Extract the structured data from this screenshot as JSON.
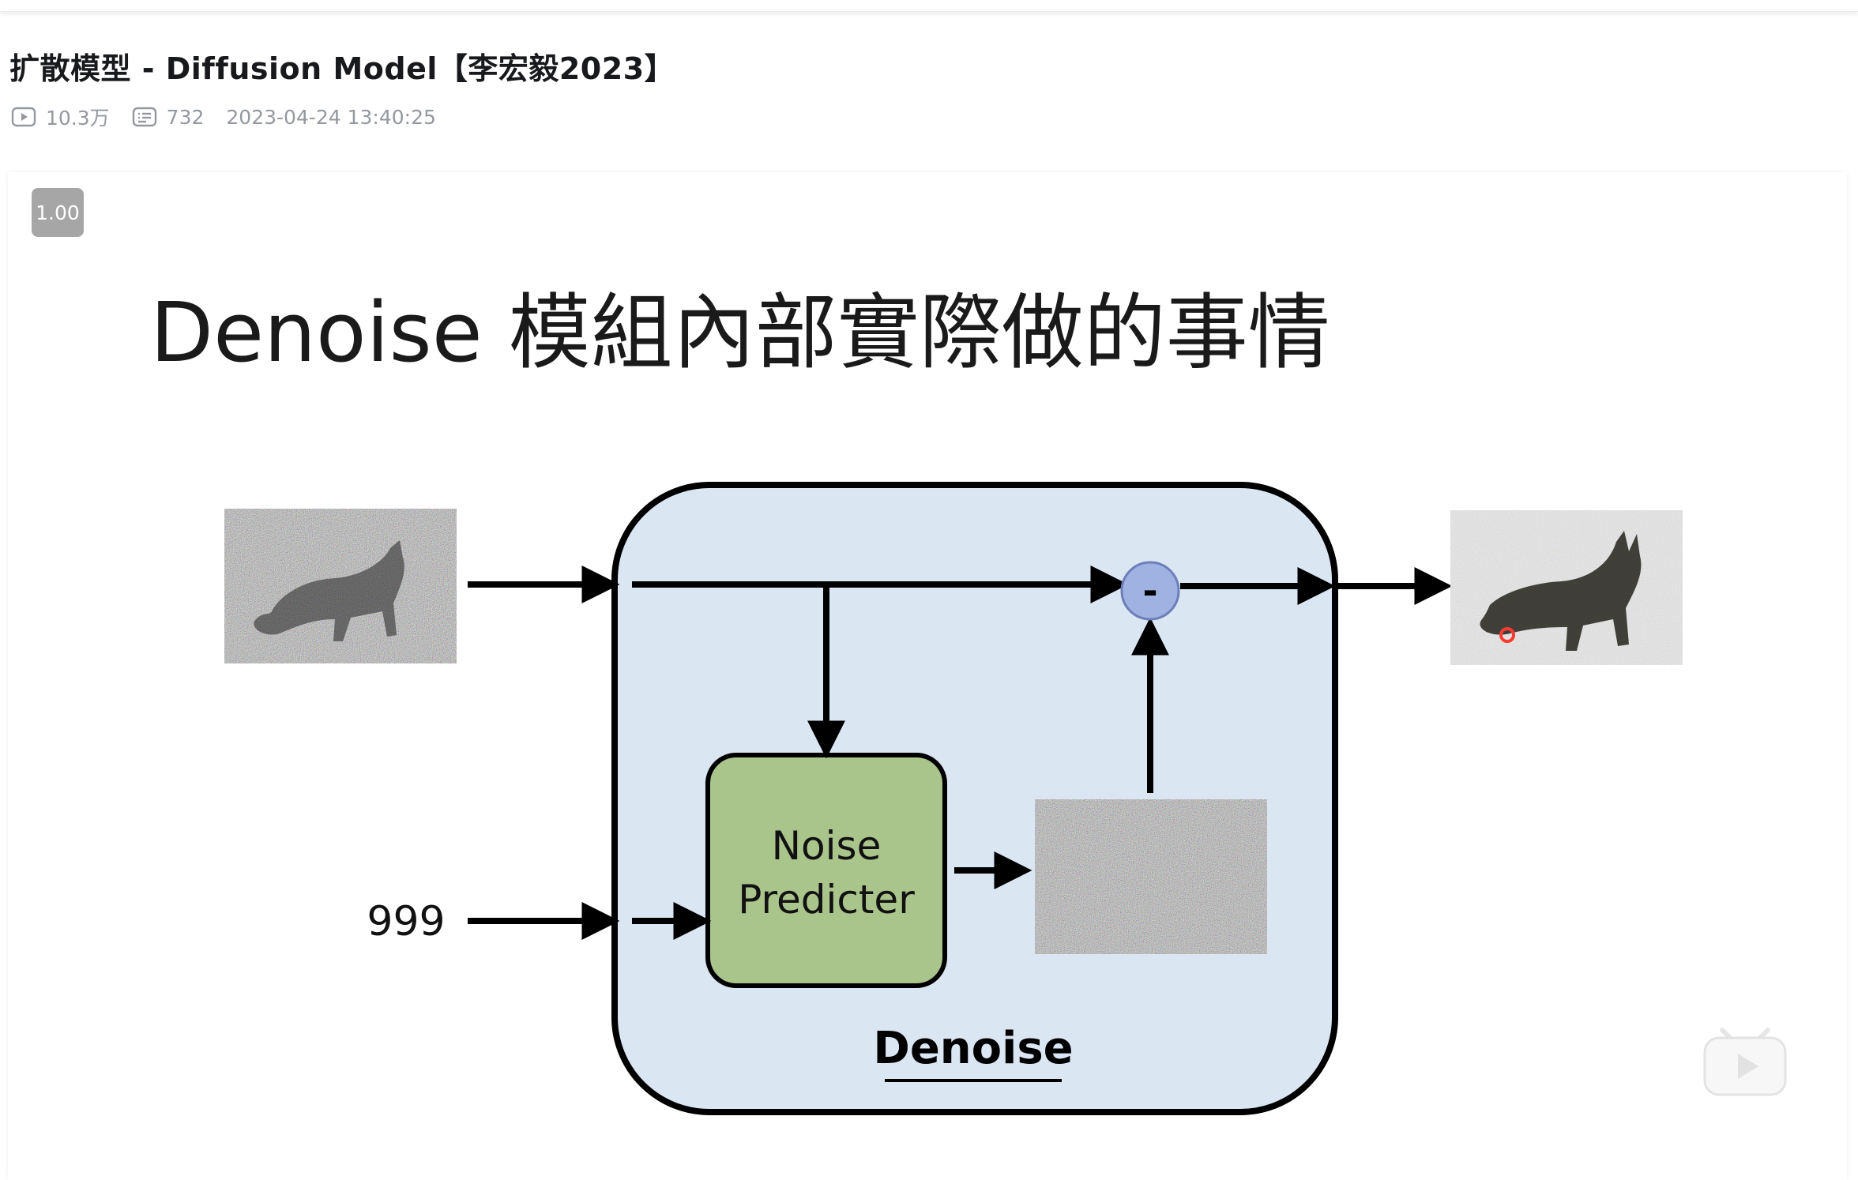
{
  "video": {
    "title": "扩散模型 - Diffusion Model【李宏毅2023】",
    "views": "10.3万",
    "danmaku": "732",
    "published": "2023-04-24 13:40:25"
  },
  "player": {
    "speed": "1.00"
  },
  "slide": {
    "title": "Denoise 模組內部實際做的事情",
    "step_input": "999",
    "predictor_line1": "Noise",
    "predictor_line2": "Predicter",
    "operator": "-",
    "module_label": "Denoise"
  },
  "icons": {
    "views": "play-count-icon",
    "danmaku": "danmaku-icon",
    "player": "bilibili-play-icon"
  },
  "colors": {
    "module_fill": "#dbe6f3",
    "predictor_fill": "#a9c58b",
    "operator_fill": "#9fb2e2"
  }
}
